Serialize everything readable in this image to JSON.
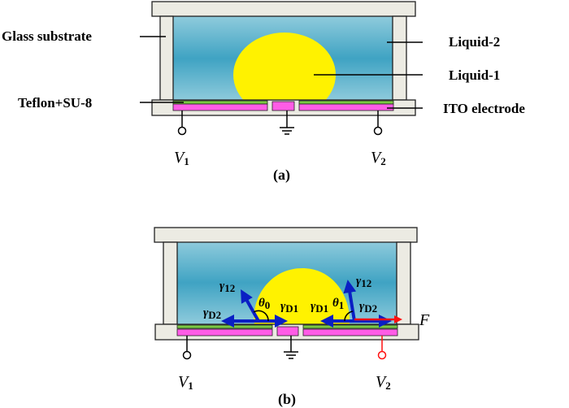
{
  "labels": {
    "glass": "Glass substrate",
    "teflon": "Teflon+SU-8",
    "liquid2": "Liquid-2",
    "liquid1": "Liquid-1",
    "ito": "ITO electrode"
  },
  "voltages": {
    "v": "V",
    "v1_sub": "1",
    "v2_sub": "2"
  },
  "panel_a": {
    "caption": "(a)"
  },
  "panel_b": {
    "caption": "(b)",
    "gamma": "γ",
    "g12": "12",
    "gD1": "D1",
    "gD2": "D2",
    "theta": "θ",
    "theta0_sub": "0",
    "theta1_sub": "1",
    "force": "F"
  },
  "colors": {
    "droplet": "#fff200",
    "liquid_light": "#8fcbdc",
    "liquid_dark": "#3fa3c3",
    "electrode": "#ff5ce6",
    "teflon": "#7ac943",
    "arrow": "#0a1fc4",
    "force_arrow": "#ff1010",
    "active_lead": "#ff1010"
  }
}
